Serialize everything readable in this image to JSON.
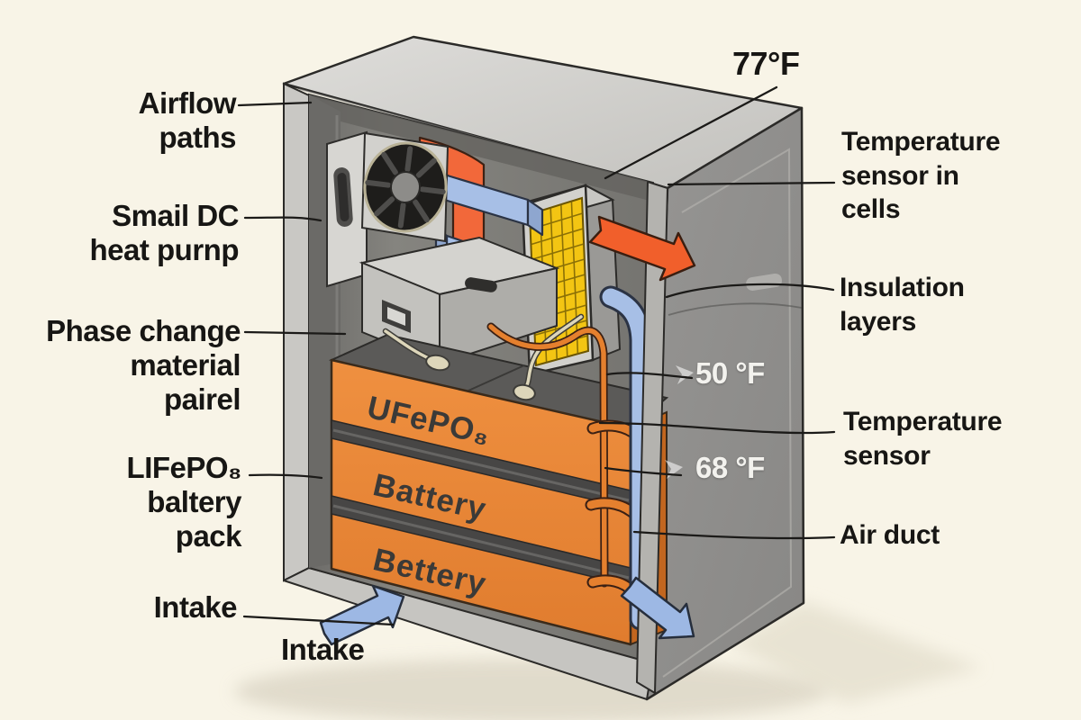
{
  "annotations": {
    "left": [
      {
        "id": "airflow-paths",
        "text": "Airflow\npaths"
      },
      {
        "id": "heat-pump",
        "text": "Smail DC\nheat purnp"
      },
      {
        "id": "pcm-panel",
        "text": "Phase change\nmaterial\npairel"
      },
      {
        "id": "battery-pack",
        "text": "LIFePO₈\nbaltery\npack"
      },
      {
        "id": "intake",
        "text": "Intake"
      },
      {
        "id": "intake-2",
        "text": "Intake"
      }
    ],
    "right": [
      {
        "id": "temp-sensor-cells",
        "text": "Temperature\nsensor in\ncells"
      },
      {
        "id": "insulation",
        "text": "Insulation\nlayers"
      },
      {
        "id": "temp-sensor",
        "text": "Temperature\nsensor"
      },
      {
        "id": "air-duct",
        "text": "Air duct"
      }
    ],
    "temperatures": {
      "ambient": "77°F",
      "upper_wall": "50 °F",
      "lower_wall": "68 °F"
    }
  },
  "battery": {
    "tier_labels": [
      "UFePO₈",
      "Battery",
      "Bettery"
    ]
  },
  "icons": {
    "fan-icon": "circular fan with dark blades",
    "hot-air-exit-arrow-icon": "thick orange arrow pointing right",
    "hot-air-ribbon-icon": "vertical orange airflow ribbon",
    "cool-air-ribbon-icon": "diagonal blue airflow ribbons",
    "intake-arrow-icon": "blue arrow pointing up-right",
    "exhaust-arrow-icon": "blue arrow pointing down-right",
    "duct-tube-icon": "blue duct tube along battery side"
  },
  "colors": {
    "background": "#f8f4e7",
    "enclosure_top": "#d7d6d2",
    "enclosure_wall": "#908f8d",
    "interior": "#7a7976",
    "battery_orange": "#e9893b",
    "battery_band": "#474645",
    "pcm_yellow": "#f3c513",
    "arrow_orange": "#f15f2b",
    "arrow_blue": "#9db8e4",
    "leader_line": "#1b1a18",
    "wall_text": "#f3f2ee"
  }
}
